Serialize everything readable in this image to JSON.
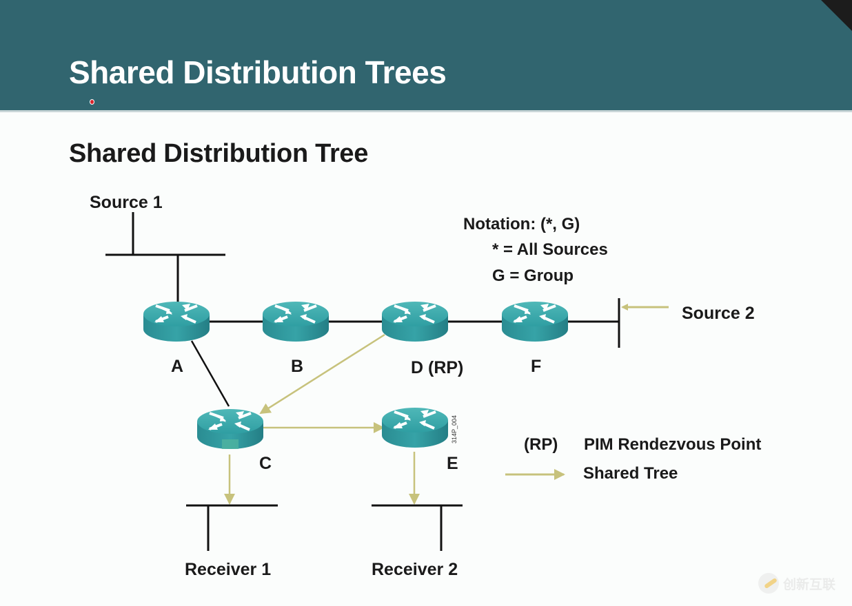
{
  "slide": {
    "title": "Shared Distribution Trees",
    "subtitle": "Shared Distribution Tree"
  },
  "colors": {
    "header_bg": "#31656f",
    "router_body": "#2f9a9f",
    "link": "#111111",
    "shared_tree_arrow": "#c7c27c"
  },
  "labels": {
    "source1": "Source 1",
    "source2": "Source 2",
    "receiver1": "Receiver 1",
    "receiver2": "Receiver 2"
  },
  "routers": [
    {
      "id": "A",
      "label": "A"
    },
    {
      "id": "B",
      "label": "B"
    },
    {
      "id": "D",
      "label": "D (RP)"
    },
    {
      "id": "F",
      "label": "F"
    },
    {
      "id": "C",
      "label": "C"
    },
    {
      "id": "E",
      "label": "E"
    }
  ],
  "notation": {
    "line1": "Notation:  (*, G)",
    "line2": "* = All Sources",
    "line3": "G = Group"
  },
  "legend": {
    "rp_key": "(RP)",
    "rp_desc": "PIM Rendezvous Point",
    "shared_tree_desc": "Shared Tree"
  },
  "figure_ref": "314P_004",
  "watermark": {
    "text": "创新互联"
  }
}
